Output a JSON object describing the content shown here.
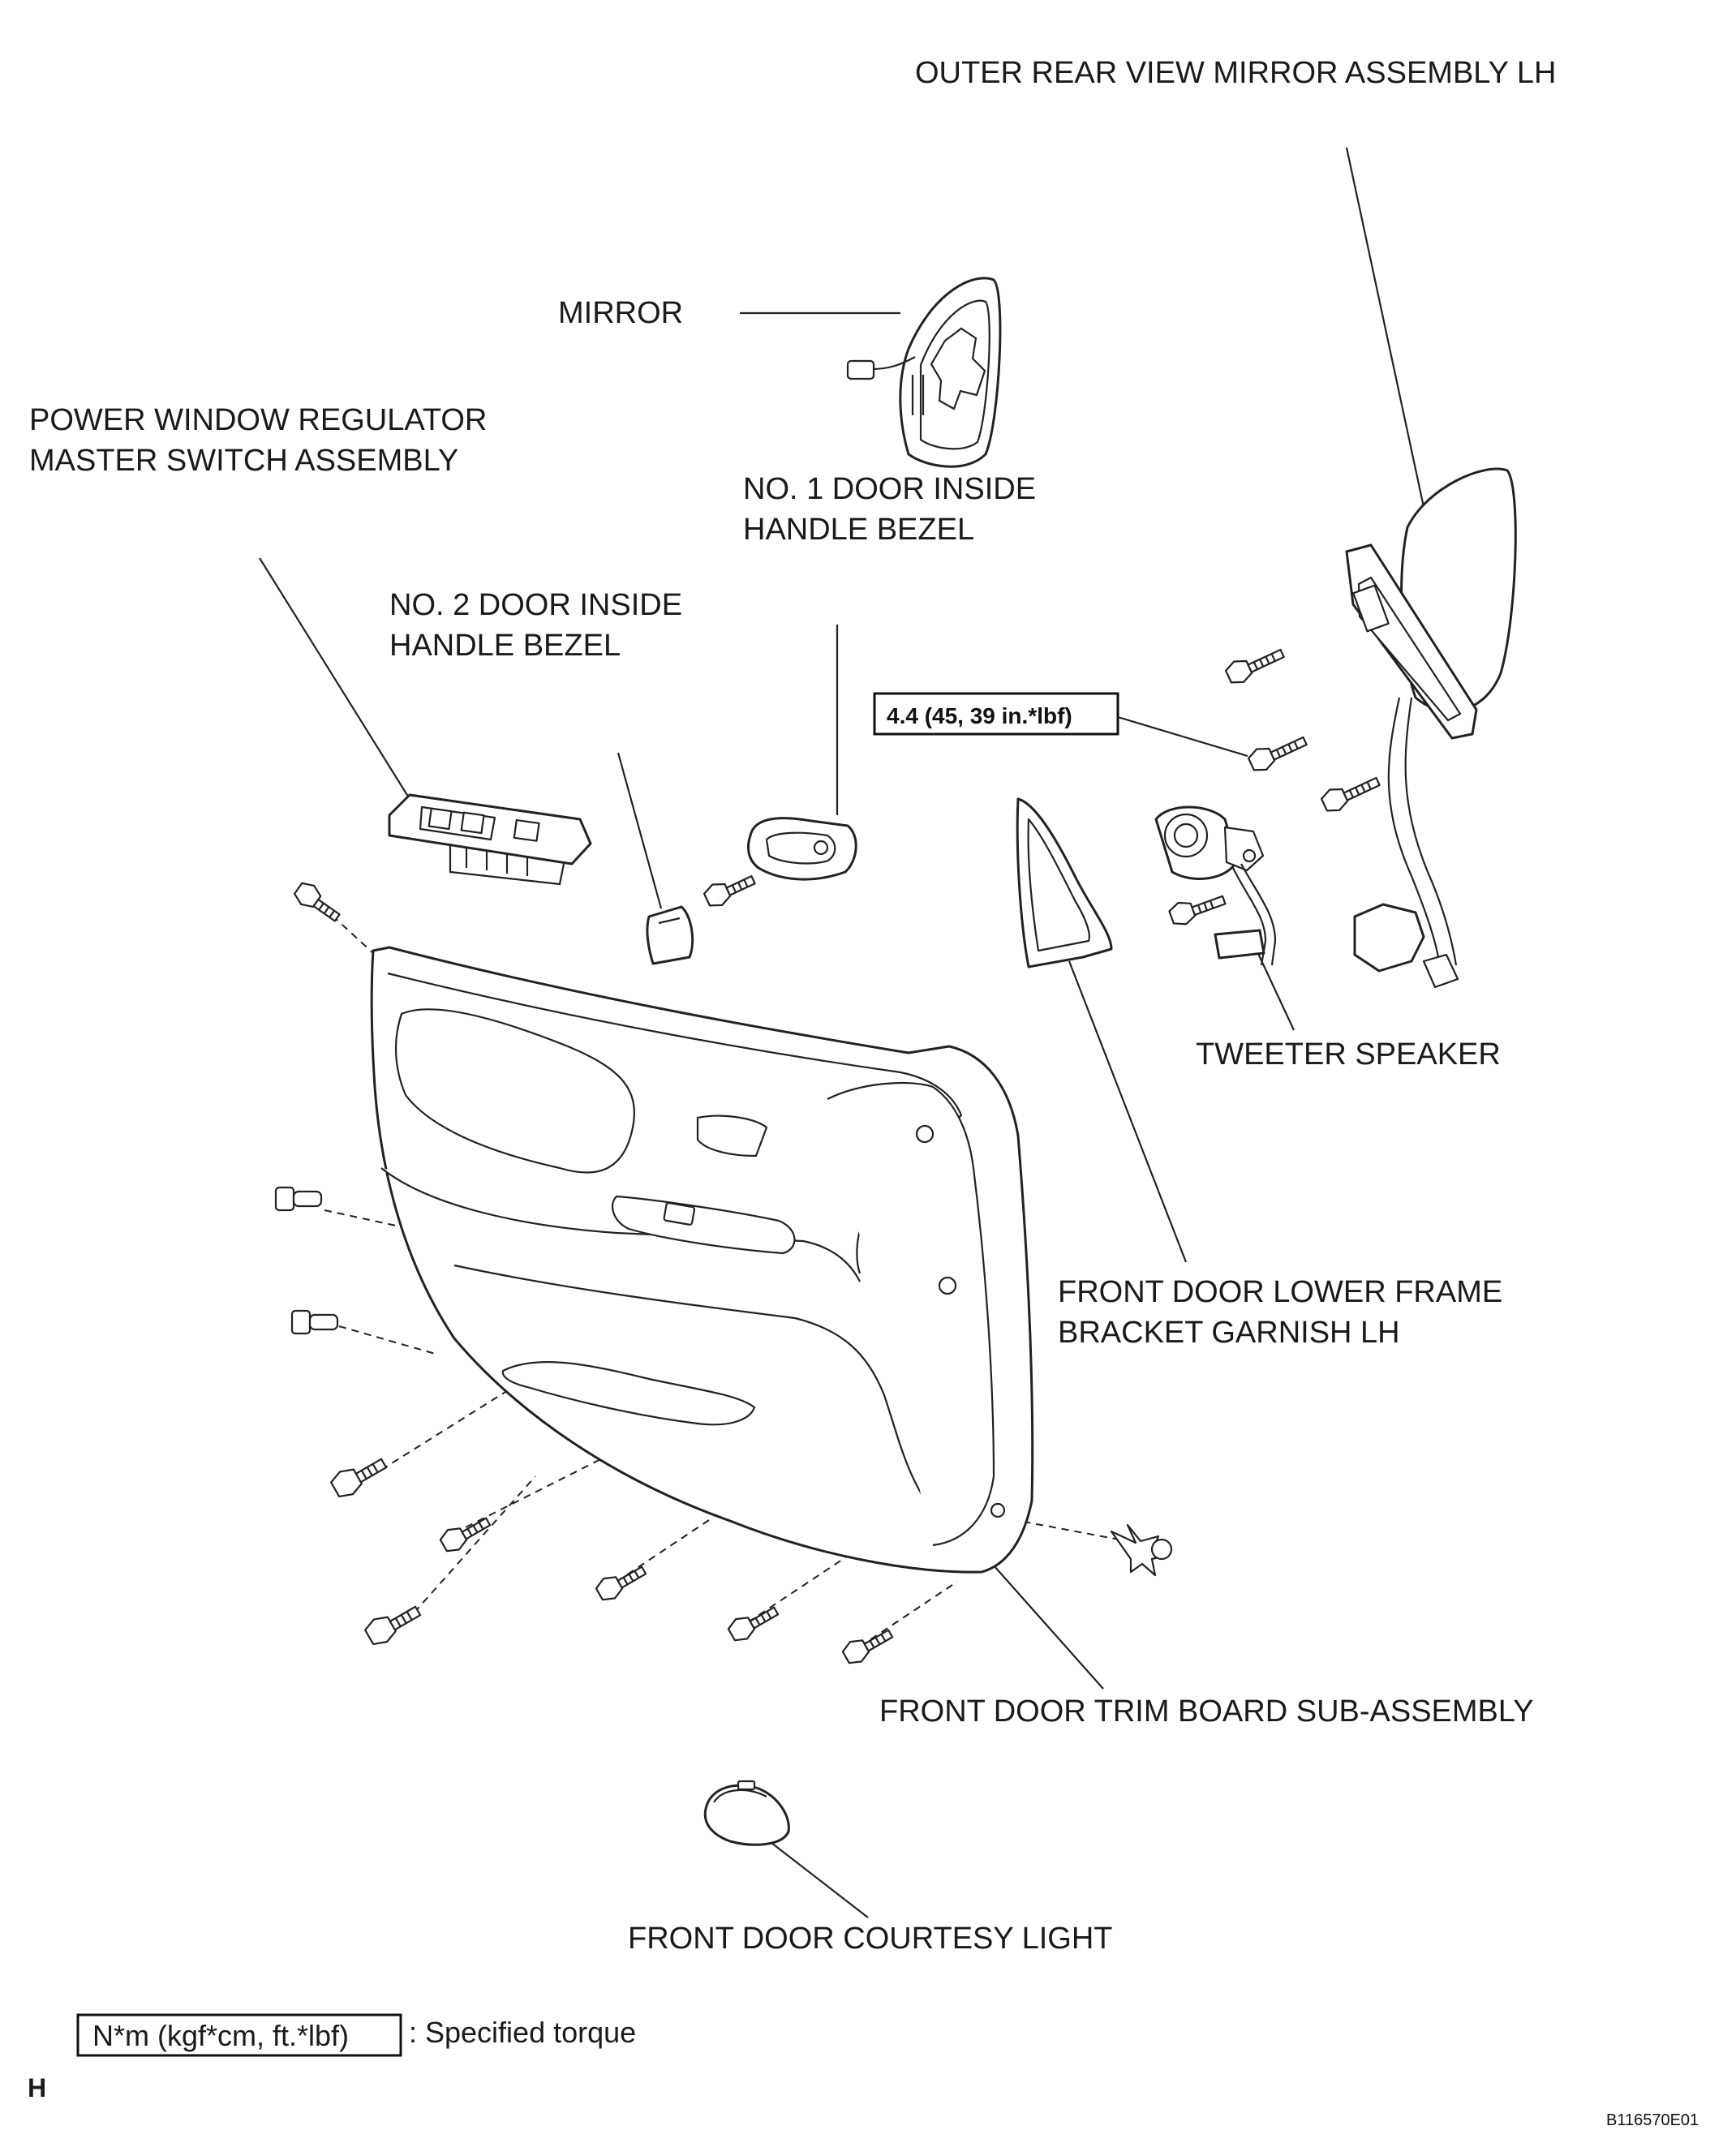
{
  "labels": {
    "outer_mirror": "OUTER REAR VIEW MIRROR ASSEMBLY LH",
    "mirror": "MIRROR",
    "power_window_1": "POWER WINDOW REGULATOR",
    "power_window_2": "MASTER SWITCH ASSEMBLY",
    "no1_bezel_1": "NO. 1 DOOR INSIDE",
    "no1_bezel_2": "HANDLE BEZEL",
    "no2_bezel_1": "NO. 2 DOOR INSIDE",
    "no2_bezel_2": "HANDLE BEZEL",
    "tweeter": "TWEETER SPEAKER",
    "garnish_1": "FRONT DOOR LOWER FRAME",
    "garnish_2": "BRACKET GARNISH LH",
    "trim_board": "FRONT DOOR TRIM BOARD SUB-ASSEMBLY",
    "courtesy_light": "FRONT DOOR COURTESY LIGHT"
  },
  "torque": {
    "value": "4.4 (45, 39 in.*lbf)"
  },
  "legend": {
    "box": "N*m (kgf*cm, ft.*lbf)",
    "text": ": Specified torque"
  },
  "footer": {
    "letter": "H",
    "code": "B116570E01"
  }
}
